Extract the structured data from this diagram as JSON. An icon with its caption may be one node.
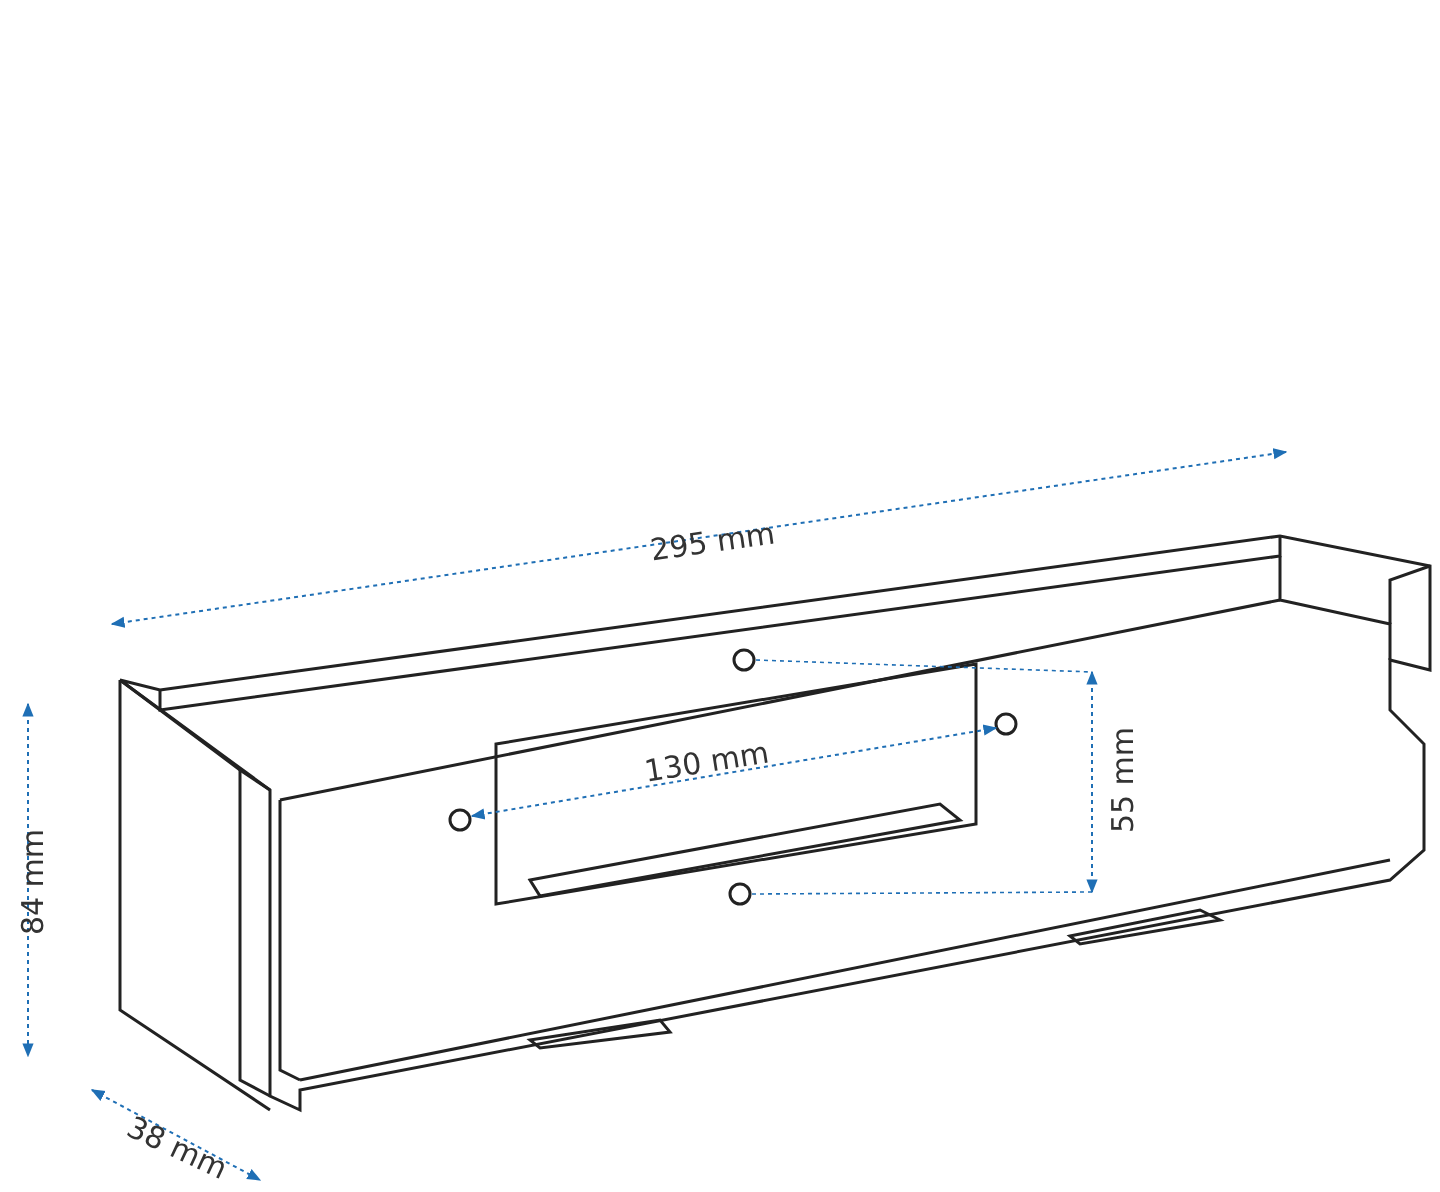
{
  "diagram": {
    "labels": [
      "295 mm",
      "130 mm",
      "55 mm",
      "84 mm",
      "38 mm"
    ]
  }
}
